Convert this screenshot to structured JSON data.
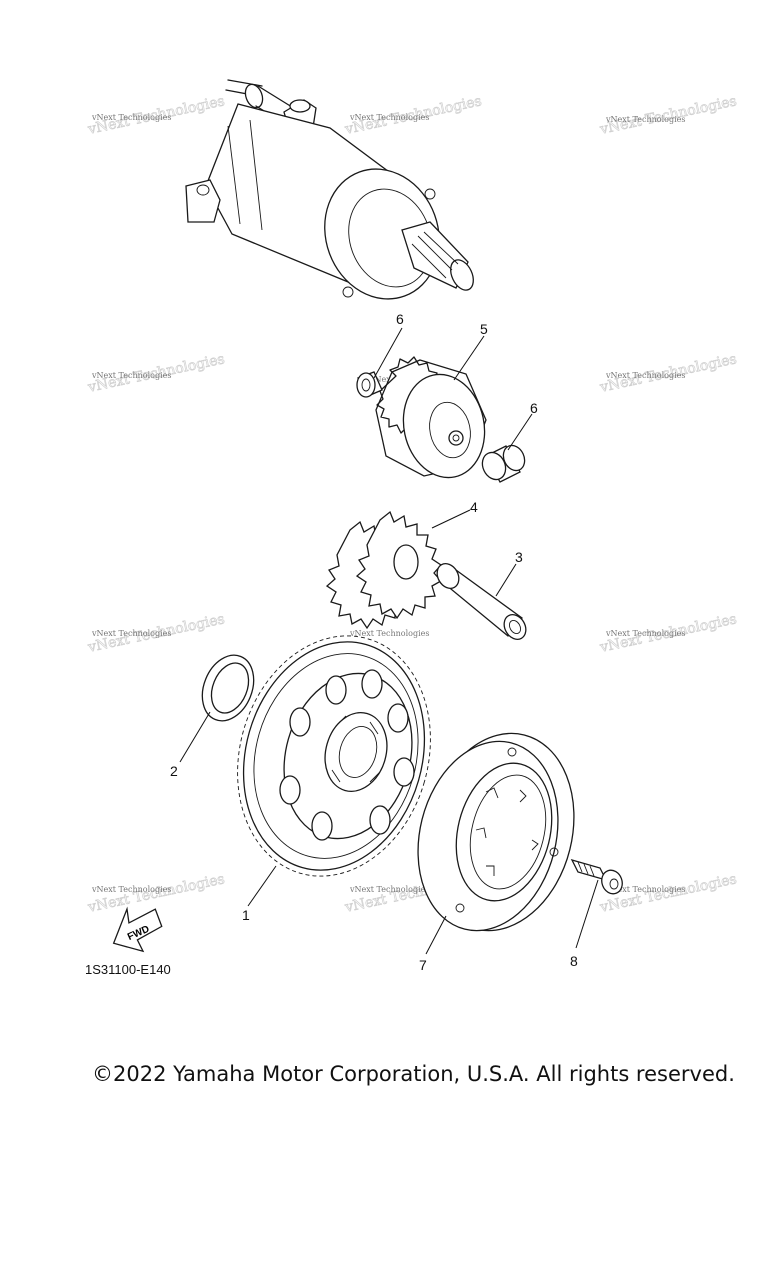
{
  "watermark_text": "vNext Technologies",
  "fwd_label": "FWD",
  "part_code": "1S31100-E140",
  "copyright": "©2022 Yamaha Motor Corporation, U.S.A. All rights reserved.",
  "callouts": {
    "c1": "1",
    "c2": "2",
    "c3": "3",
    "c4": "4",
    "c5": "5",
    "c6a": "6",
    "c6b": "6",
    "c7": "7",
    "c8": "8"
  }
}
